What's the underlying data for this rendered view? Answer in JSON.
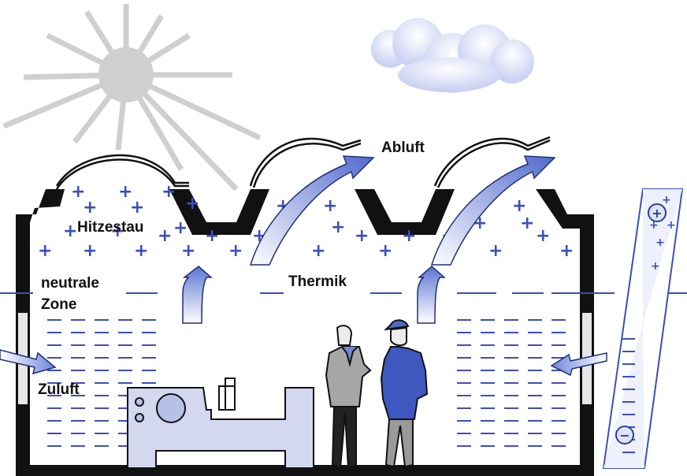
{
  "labels": {
    "hitzestau": "Hitzestau",
    "abluft": "Abluft",
    "neutrale": "neutrale",
    "zone": "Zone",
    "thermik": "Thermik",
    "zuluft": "Zuluft"
  },
  "pressure_scale": {
    "positive_symbol": "+",
    "negative_symbol": "−"
  },
  "colors": {
    "accent_blue": "#3a4fbf",
    "arrow_blue": "#6f86d8",
    "machine_fill": "#d6daf0",
    "sun_gray": "#c8c8c8",
    "building": "#111111"
  },
  "icons": [
    "sun-icon",
    "cloud-icon",
    "air-flow-arrow",
    "person-icon",
    "machine-icon"
  ]
}
